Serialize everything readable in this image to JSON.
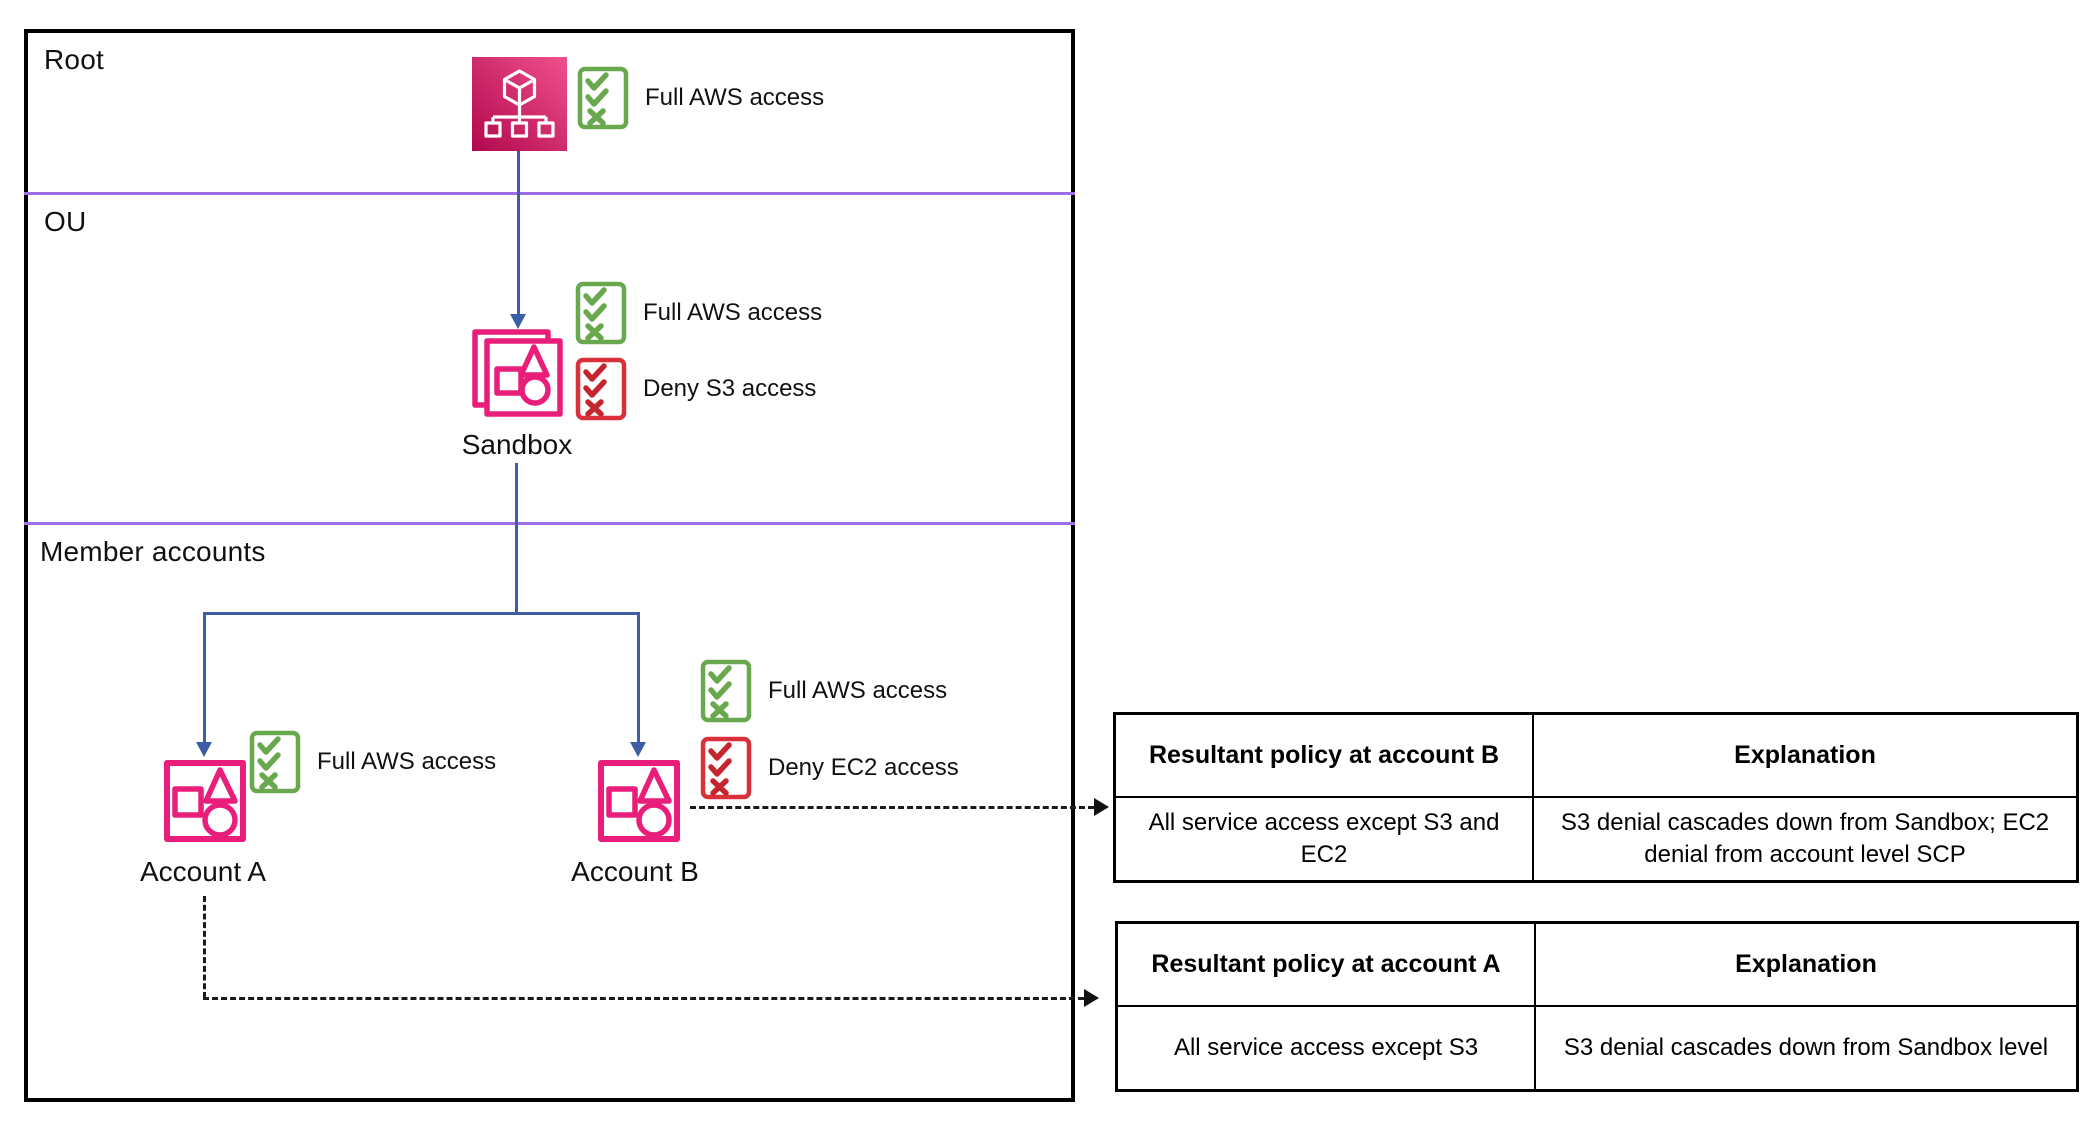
{
  "sections": [
    {
      "label": "Root"
    },
    {
      "label": "OU"
    },
    {
      "label": "Member accounts"
    }
  ],
  "nodes": {
    "root": {
      "icon": "aws-organizations-icon",
      "policies": [
        {
          "kind": "allow",
          "label": "Full AWS access"
        }
      ]
    },
    "sandbox": {
      "label": "Sandbox",
      "icon": "organizational-unit-icon",
      "policies": [
        {
          "kind": "allow",
          "label": "Full AWS access"
        },
        {
          "kind": "deny",
          "label": "Deny S3 access"
        }
      ]
    },
    "account_a": {
      "label": "Account A",
      "icon": "account-icon",
      "policies": [
        {
          "kind": "allow",
          "label": "Full AWS access"
        }
      ]
    },
    "account_b": {
      "label": "Account B",
      "icon": "account-icon",
      "policies": [
        {
          "kind": "allow",
          "label": "Full AWS access"
        },
        {
          "kind": "deny",
          "label": "Deny EC2 access"
        }
      ]
    }
  },
  "tables": [
    {
      "headers": [
        "Resultant policy at account B",
        "Explanation"
      ],
      "rows": [
        [
          "All service access except S3 and EC2",
          "S3 denial cascades down from Sandbox; EC2 denial from account level SCP"
        ]
      ]
    },
    {
      "headers": [
        "Resultant policy at account A",
        "Explanation"
      ],
      "rows": [
        [
          "All service access except S3",
          "S3 denial cascades down from Sandbox level"
        ]
      ]
    }
  ],
  "colors": {
    "accent_pink": "#e91e7a",
    "allow_green": "#6aa84f",
    "deny_red": "#d9303a",
    "connector_blue": "#3d5da7",
    "divider_purple": "#9c6fe4"
  }
}
